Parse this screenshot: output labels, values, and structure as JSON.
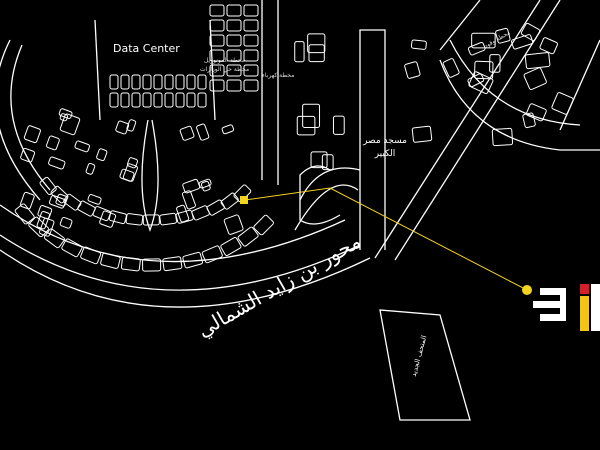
{
  "labels": {
    "data_center": "Data Center",
    "monorail_station": "محطة المونوريل",
    "ministries_station": "محطة حي الوزارات",
    "power_station": "محطة كهرباء",
    "fuel_station": "محطة وقود",
    "mosque": "مسجد مصر الكبير",
    "museum": "المتحف الجديد",
    "road": "محور بن زايد الشمالي"
  },
  "colors": {
    "background": "#000000",
    "lines": "#ffffff",
    "marker": "#f4d41f",
    "logo_red": "#d0202a",
    "logo_yellow": "#f2c418"
  },
  "logo": {
    "icon": "eii-logo"
  },
  "marker": {
    "icon": "location-dot"
  }
}
